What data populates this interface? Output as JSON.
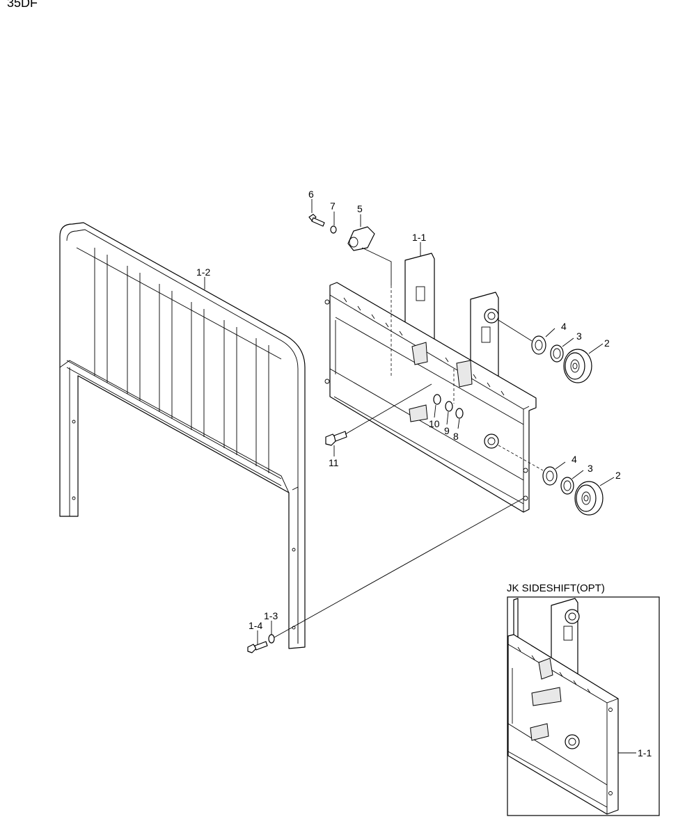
{
  "header": {
    "model": "35DF"
  },
  "inset": {
    "title": "JK SIDESHIFT(OPT)"
  },
  "labels": {
    "p6": "6",
    "p7": "7",
    "p5": "5",
    "p1_1": "1-1",
    "p1_2": "1-2",
    "p4a": "4",
    "p3a": "3",
    "p2a": "2",
    "p4b": "4",
    "p3b": "3",
    "p2b": "2",
    "p10": "10",
    "p9": "9",
    "p8": "8",
    "p11": "11",
    "p1_3": "1-3",
    "p1_4": "1-4",
    "inset_p1_1": "1-1"
  }
}
